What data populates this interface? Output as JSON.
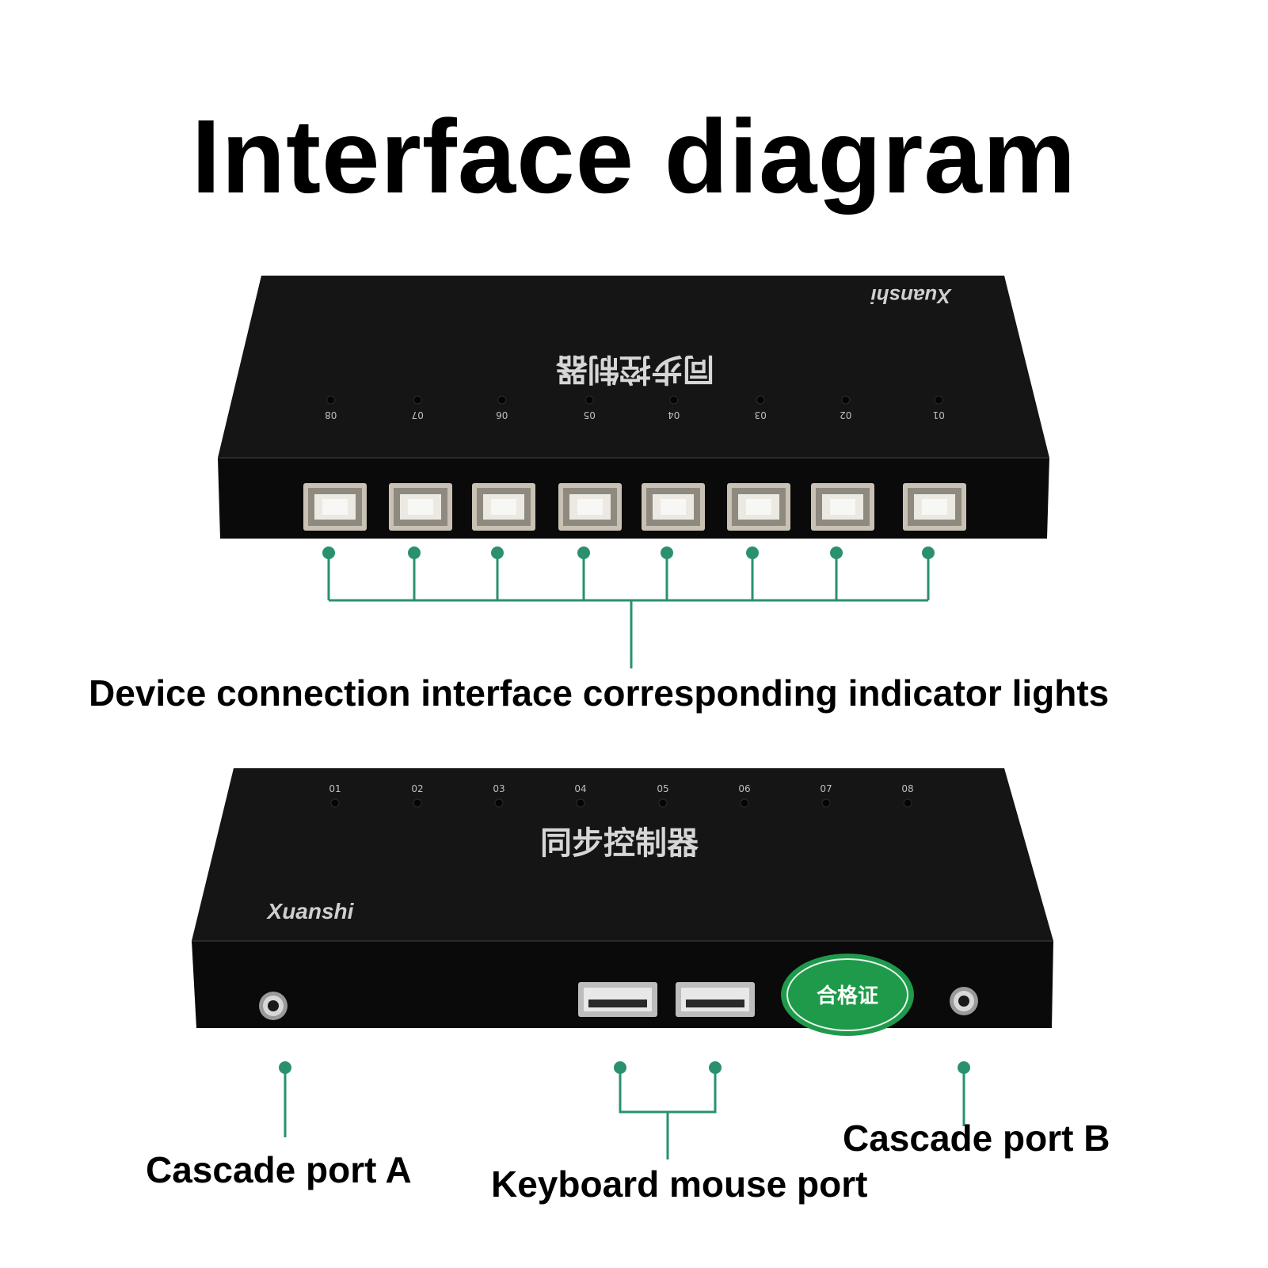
{
  "title": "Interface diagram",
  "top_device": {
    "brand": "Xuanshi",
    "model_text": "同步控制器",
    "indicator_labels": [
      "08",
      "07",
      "06",
      "05",
      "04",
      "03",
      "02",
      "01"
    ]
  },
  "bottom_device": {
    "brand": "Xuanshi",
    "model_text": "同步控制器",
    "indicator_labels": [
      "01",
      "02",
      "03",
      "04",
      "05",
      "06",
      "07",
      "08"
    ],
    "certificate": "合格证"
  },
  "labels": {
    "device_connection": "Device connection interface corresponding indicator lights",
    "cascade_a": "Cascade port A",
    "keyboard_mouse": "Keyboard mouse port",
    "cascade_b": "Cascade port B"
  },
  "colors": {
    "callout": "#2a9070",
    "device_body": "#141414",
    "device_front": "#0b0b0b",
    "background": "#ffffff"
  }
}
